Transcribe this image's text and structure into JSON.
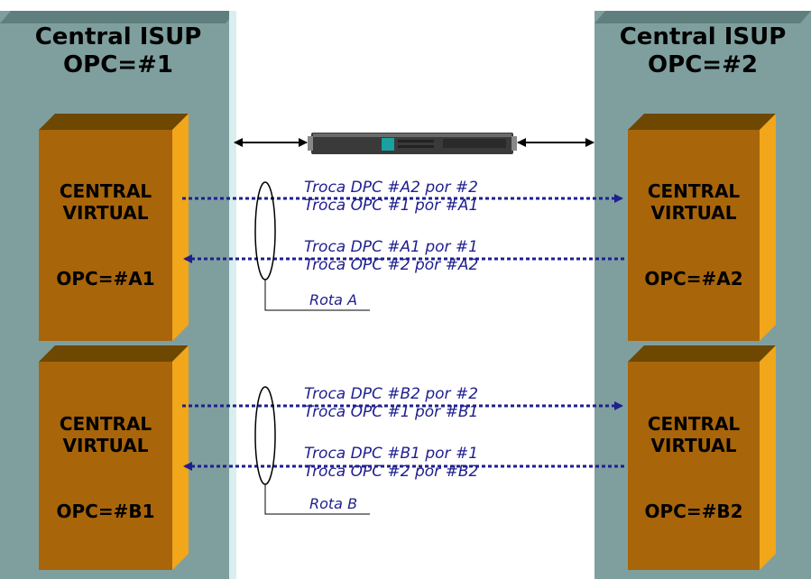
{
  "left_panel": {
    "title": "Central ISUP\nOPC=#1"
  },
  "right_panel": {
    "title": "Central ISUP\nOPC=#2"
  },
  "boxes": {
    "a1": {
      "name": "CENTRAL\nVIRTUAL",
      "opc": "OPC=#A1"
    },
    "b1": {
      "name": "CENTRAL\nVIRTUAL",
      "opc": "OPC=#B1"
    },
    "a2": {
      "name": "CENTRAL\nVIRTUAL",
      "opc": "OPC=#A2"
    },
    "b2": {
      "name": "CENTRAL\nVIRTUAL",
      "opc": "OPC=#B2"
    }
  },
  "routes": {
    "a": {
      "forward_line1": "Troca DPC #A2 por #2",
      "forward_line2": "Troca OPC #1 por #A1",
      "back_line1": "Troca DPC #A1 por #1",
      "back_line2": "Troca OPC #2 por #A2",
      "label": "Rota A"
    },
    "b": {
      "forward_line1": "Troca DPC #B2 por #2",
      "forward_line2": "Troca OPC #1 por #B1",
      "back_line1": "Troca DPC #B1 por #1",
      "back_line2": "Troca OPC #2 por #B2",
      "label": "Rota B"
    }
  },
  "colors": {
    "panel": "#7f9f9f",
    "box_front": "#a8650a",
    "box_side": "#f2a61a",
    "box_top": "#6e4800",
    "arrow": "#1f1f8f"
  },
  "icons": {
    "device": "network-device-icon"
  }
}
